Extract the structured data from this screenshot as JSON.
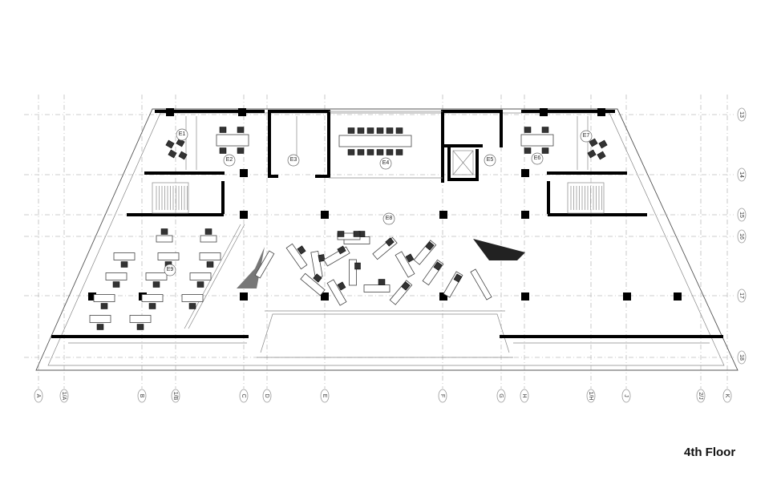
{
  "title": "4th Floor",
  "grid_columns": [
    "A",
    "1/A",
    "B",
    "1/B",
    "C",
    "D",
    "E",
    "F",
    "G",
    "H",
    "1/H",
    "J",
    "2/J",
    "K"
  ],
  "grid_rows": [
    "13",
    "14",
    "15",
    "16",
    "17",
    "18"
  ],
  "rooms": [
    "E1",
    "E2",
    "E3",
    "E4",
    "E5",
    "E6",
    "E7",
    "E8",
    "E9"
  ],
  "colors": {
    "wall": "#000000",
    "grid": "#bdbdbd",
    "background": "#ffffff"
  }
}
